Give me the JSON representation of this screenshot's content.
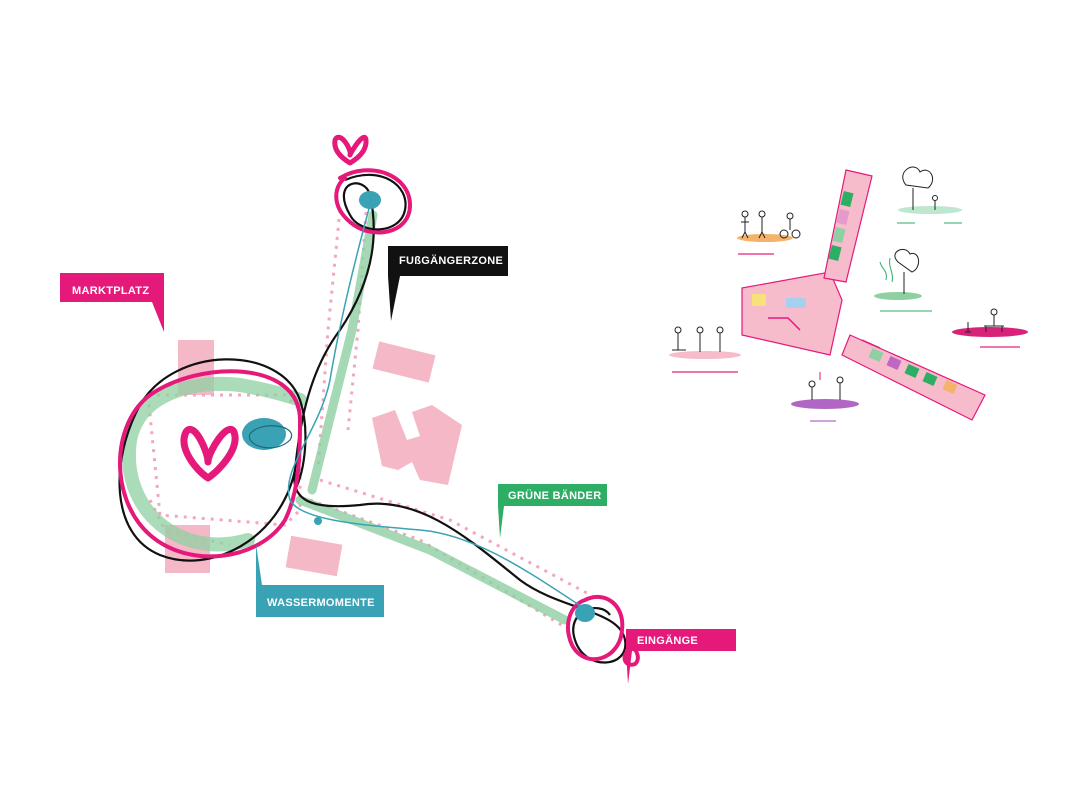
{
  "labels": {
    "marktplatz": "MARKTPLATZ",
    "fussgaengerzone": "FUßGÄNGERZONE",
    "gruene_baender": "GRÜNE BÄNDER",
    "wassermomente": "WASSERMOMENTE",
    "eingaenge": "EINGÄNGE"
  },
  "colors": {
    "magenta": "#e5197a",
    "green": "#2eae65",
    "teal": "#3aa2b5",
    "black": "#111111",
    "building_pink": "#f5b8c6",
    "light_green": "#8fd0a2"
  }
}
